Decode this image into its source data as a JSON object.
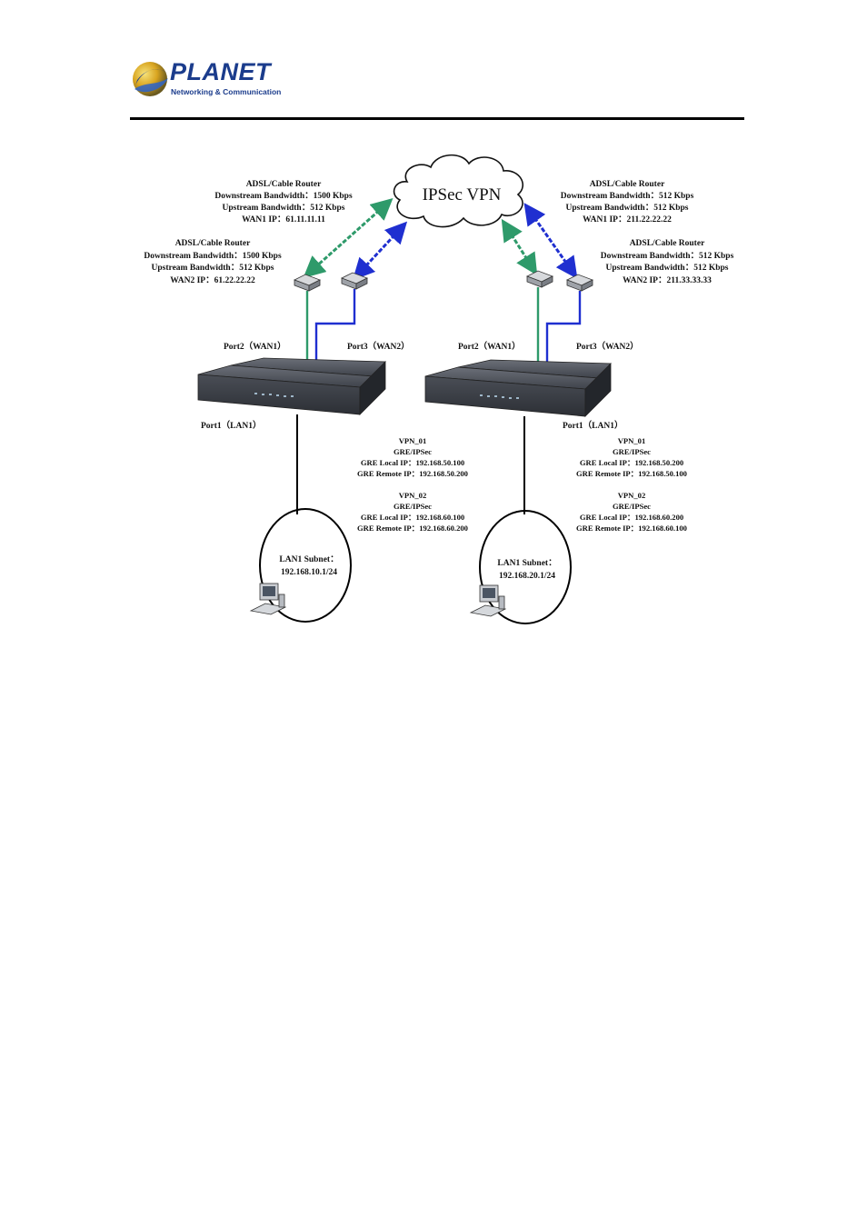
{
  "header": {
    "logo_name": "PLANET",
    "logo_tagline": "Networking & Communication"
  },
  "diagram": {
    "cloud_label": "IPSec VPN",
    "left": {
      "router1": [
        "ADSL/Cable Router",
        "Downstream Bandwidth：1500 Kbps",
        "Upstream Bandwidth：512 Kbps",
        "WAN1 IP：61.11.11.11"
      ],
      "router2": [
        "ADSL/Cable Router",
        "Downstream Bandwidth：1500 Kbps",
        "Upstream Bandwidth：512 Kbps",
        "WAN2 IP：61.22.22.22"
      ],
      "port2": "Port2（WAN1）",
      "port3": "Port3（WAN2）",
      "port1": "Port1（LAN1）",
      "vpn01": [
        "VPN_01",
        "GRE/IPSec",
        "GRE Local IP：192.168.50.100",
        "GRE Remote IP：192.168.50.200"
      ],
      "vpn02": [
        "VPN_02",
        "GRE/IPSec",
        "GRE Local IP：192.168.60.100",
        "GRE Remote IP：192.168.60.200"
      ],
      "subnet": [
        "LAN1 Subnet：",
        "192.168.10.1/24"
      ]
    },
    "right": {
      "router1": [
        "ADSL/Cable Router",
        "Downstream Bandwidth：512 Kbps",
        "Upstream Bandwidth：512 Kbps",
        "WAN1 IP：211.22.22.22"
      ],
      "router2": [
        "ADSL/Cable Router",
        "Downstream Bandwidth：512 Kbps",
        "Upstream Bandwidth：512 Kbps",
        "WAN2 IP：211.33.33.33"
      ],
      "port2": "Port2（WAN1）",
      "port3": "Port3（WAN2）",
      "port1": "Port1（LAN1）",
      "vpn01": [
        "VPN_01",
        "GRE/IPSec",
        "GRE Local IP：192.168.50.200",
        "GRE Remote IP：192.168.50.100"
      ],
      "vpn02": [
        "VPN_02",
        "GRE/IPSec",
        "GRE Local IP：192.168.60.200",
        "GRE Remote IP：192.168.60.100"
      ],
      "subnet": [
        "LAN1 Subnet：",
        "192.168.20.1/24"
      ]
    },
    "colors": {
      "wan1_link": "#2e9a6a",
      "wan2_link": "#1f2fd0",
      "lan_link": "#000000"
    }
  }
}
